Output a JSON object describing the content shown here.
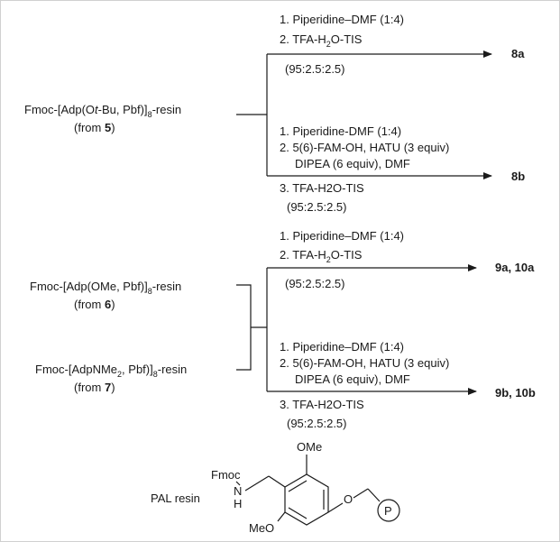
{
  "scheme1": {
    "start_line1": "Fmoc-[Adp(Ot-Bu, Pbf)]8-resin",
    "start_line2_pre": "(from ",
    "start_line2_num": "5",
    "start_line2_post": ")",
    "upper": {
      "step1": "1. Piperidine–DMF (1:4)",
      "step2": "2. TFA-H2O-TIS",
      "ratio": "(95:2.5:2.5)",
      "product": "8a"
    },
    "lower": {
      "step1": "1. Piperidine-DMF (1:4)",
      "step2": "2. 5(6)-FAM-OH, HATU (3 equiv)",
      "step2b": "DIPEA (6 equiv), DMF",
      "step3": "3. TFA-H2O-TIS",
      "ratio": "(95:2.5:2.5)",
      "product": "8b"
    }
  },
  "scheme2": {
    "startA_line1": "Fmoc-[Adp(OMe, Pbf)]8-resin",
    "startA_pre": "(from ",
    "startA_num": "6",
    "startA_post": ")",
    "startB_line1": "Fmoc-[AdpNMe2, Pbf)]8-resin",
    "startB_pre": "(from ",
    "startB_num": "7",
    "startB_post": ")",
    "upper": {
      "step1": "1. Piperidine–DMF (1:4)",
      "step2": "2. TFA-H2O-TIS",
      "ratio": "(95:2.5:2.5)",
      "product": "9a, 10a"
    },
    "lower": {
      "step1": "1. Piperidine–DMF (1:4)",
      "step2": "2. 5(6)-FAM-OH, HATU (3 equiv)",
      "step2b": "DIPEA (6 equiv), DMF",
      "step3": "3. TFA-H2O-TIS",
      "ratio": "(95:2.5:2.5)",
      "product": "9b, 10b"
    }
  },
  "resin": {
    "label": "PAL resin",
    "fmoc": "Fmoc",
    "n": "N",
    "h": "H",
    "ome_top": "OMe",
    "meo": "MeO",
    "o": "O",
    "p": "P"
  }
}
